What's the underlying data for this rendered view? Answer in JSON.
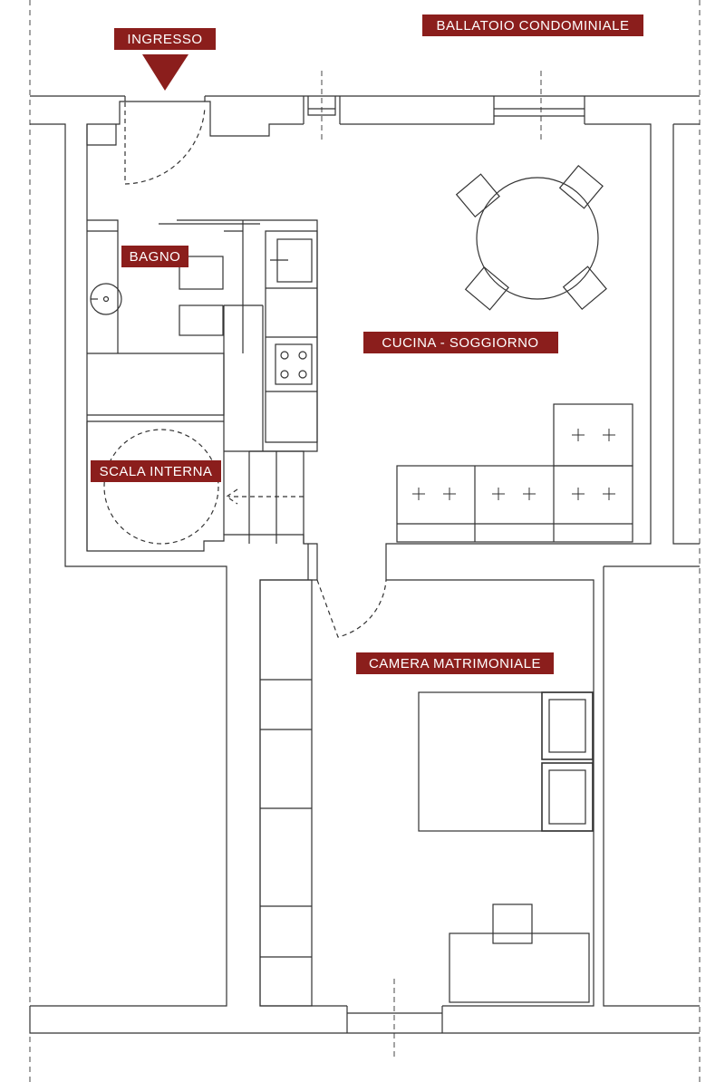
{
  "labels": {
    "ingresso": "INGRESSO",
    "ballatoio": "BALLATOIO CONDOMINIALE",
    "bagno": "BAGNO",
    "cucina": "CUCINA - SOGGIORNO",
    "scala": "SCALA INTERNA",
    "camera": "CAMERA MATRIMONIALE"
  },
  "colors": {
    "label_bg": "#8b1e1c",
    "line": "#333333",
    "background": "#ffffff"
  }
}
